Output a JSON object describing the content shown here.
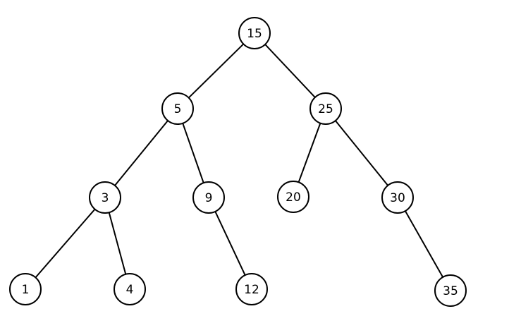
{
  "diagram": {
    "type": "binary-tree",
    "nodes": [
      {
        "id": "n15",
        "label": "15"
      },
      {
        "id": "n5",
        "label": "5"
      },
      {
        "id": "n25",
        "label": "25"
      },
      {
        "id": "n3",
        "label": "3"
      },
      {
        "id": "n9",
        "label": "9"
      },
      {
        "id": "n20",
        "label": "20"
      },
      {
        "id": "n30",
        "label": "30"
      },
      {
        "id": "n1",
        "label": "1"
      },
      {
        "id": "n4",
        "label": "4"
      },
      {
        "id": "n12",
        "label": "12"
      },
      {
        "id": "n35",
        "label": "35"
      }
    ],
    "edges": [
      {
        "from": "n15",
        "to": "n5"
      },
      {
        "from": "n15",
        "to": "n25"
      },
      {
        "from": "n5",
        "to": "n3"
      },
      {
        "from": "n5",
        "to": "n9"
      },
      {
        "from": "n25",
        "to": "n20"
      },
      {
        "from": "n25",
        "to": "n30"
      },
      {
        "from": "n3",
        "to": "n1"
      },
      {
        "from": "n3",
        "to": "n4"
      },
      {
        "from": "n9",
        "to": "n12"
      },
      {
        "from": "n30",
        "to": "n35"
      }
    ]
  }
}
